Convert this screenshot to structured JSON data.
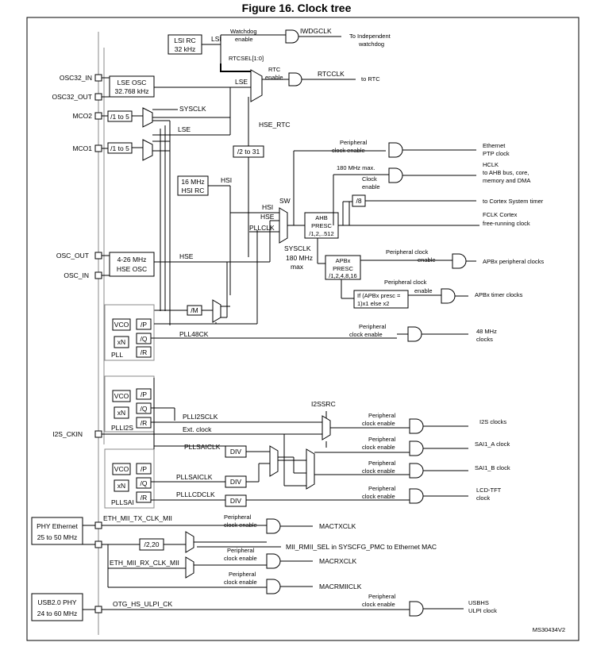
{
  "title": "Figure 16. Clock tree",
  "ref": "MS30434V2",
  "pins": {
    "osc32_in": "OSC32_IN",
    "osc32_out": "OSC32_OUT",
    "mco2": "MCO2",
    "mco1": "MCO1",
    "osc_out": "OSC_OUT",
    "osc_in": "OSC_IN",
    "i2s_ckin": "I2S_CKIN"
  },
  "blocks": {
    "lsi_rc": [
      "LSI RC",
      "32 kHz"
    ],
    "lse_osc": [
      "LSE OSC",
      "32.768 kHz"
    ],
    "hsi_rc": [
      "16 MHz",
      "HSI RC"
    ],
    "hse_osc": [
      "4-26 MHz",
      "HSE OSC"
    ],
    "div_1_5_mco2": "/1 to 5",
    "div_1_5_mco1": "/1 to 5",
    "div_2_31": "/2 to 31",
    "div_m": "/M",
    "div_8": "/8",
    "ahb_presc": [
      "AHB",
      "PRESC",
      "/1,2,..512"
    ],
    "apbx_presc": [
      "APBx",
      "PRESC",
      "/1,2,4,8,16"
    ],
    "apb_timer_note": [
      "If (APBx presc =",
      "1)x1 else x2"
    ],
    "phy_ethernet": [
      "PHY Ethernet",
      "25 to 50 MHz"
    ],
    "usb_phy": [
      "USB2.0 PHY",
      "24 to 60 MHz"
    ],
    "div_2_20": "/2,20",
    "div_pllsai": "DIV",
    "div_pllsai2": "DIV",
    "div_pllsai_lcd": "DIV"
  },
  "pll_blocks": {
    "vco": "VCO",
    "xn": "xN",
    "p": "/P",
    "q": "/Q",
    "r": "/R",
    "pll": "PLL",
    "plli2s": "PLLI2S",
    "pllsai": "PLLSAI"
  },
  "signals": {
    "lsi": "LSI",
    "lse": "LSE",
    "lse2": "LSE",
    "hsi": "HSI",
    "hsi2": "HSI",
    "hse": "HSE",
    "hse2": "HSE",
    "hse_rtc": "HSE_RTC",
    "sysclk_mco": "SYSCLK",
    "rtcsel": "RTCSEL[1:0]",
    "iwdgclk": "IWDGCLK",
    "rtcclk": "RTCCLK",
    "sw": "SW",
    "pllclk": "PLLCLK",
    "sysclk": "SYSCLK",
    "sysclk_max": [
      "180 MHz",
      "max"
    ],
    "ahb_max": "180 MHz max.",
    "pll48ck": "PLL48CK",
    "plli2sclk": "PLLI2SCLK",
    "ext_clock": "Ext. clock",
    "i2ssrc": "I2SSRC",
    "pllsaiclk": "PLLSAICLK",
    "pllsaiclk2": "PLLSAICLK",
    "pllcdclk": "PLLLCDCLK",
    "eth_tx": "ETH_MII_TX_CLK_MII",
    "eth_rx": "ETH_MII_RX_CLK_MII",
    "mii_rmii_sel": "MII_RMII_SEL in SYSCFG_PMC to Ethernet MAC",
    "otg_hs": "OTG_HS_ULPI_CK"
  },
  "enables": {
    "watchdog": [
      "Watchdog",
      "enable"
    ],
    "rtc": [
      "RTC",
      "enable"
    ],
    "periph_ptp": [
      "Peripheral",
      "clock enable"
    ],
    "clock_enable": [
      "Clock",
      "enable"
    ],
    "periph_apb": [
      "Peripheral clock",
      "enable"
    ],
    "periph_timer": [
      "Peripheral clock",
      "enable"
    ],
    "periph_48": [
      "Peripheral",
      "clock enable"
    ],
    "periph_i2s": [
      "Peripheral",
      "clock enable"
    ],
    "periph_sai_a": [
      "Peripheral",
      "clock enable"
    ],
    "periph_sai_b": [
      "Peripheral",
      "clock enable"
    ],
    "periph_lcd": [
      "Peripheral",
      "clock enable"
    ],
    "periph_mactx": [
      "Peripheral",
      "clock enable"
    ],
    "periph_macrx": [
      "Peripheral",
      "clock enable"
    ],
    "periph_macrmii": [
      "Peripheral",
      "clock enable"
    ],
    "periph_usbhs": [
      "Peripheral",
      "clock enable"
    ]
  },
  "outputs": {
    "independent_wd": [
      "To Independent",
      "watchdog"
    ],
    "to_rtc": "to RTC",
    "ethernet_ptp": [
      "Ethernet",
      "PTP clock"
    ],
    "hclk": [
      "HCLK",
      "to AHB bus, core,",
      "memory and DMA"
    ],
    "cortex_timer": "to Cortex System timer",
    "fclk": [
      "FCLK Cortex",
      "free-running clock"
    ],
    "apbx_periph": "APBx peripheral clocks",
    "apbx_timer": "APBx timer clocks",
    "mhz48": [
      "48 MHz",
      "clocks"
    ],
    "i2s": "I2S clocks",
    "sai1_a": "SAI1_A clock",
    "sai1_b": "SAI1_B clock",
    "lcd_tft": [
      "LCD-TFT",
      "clock"
    ],
    "mactxclk": "MACTXCLK",
    "macrxclk": "MACRXCLK",
    "macrmiiclk": "MACRMIICLK",
    "usbhs": [
      "USBHS",
      "ULPI clock"
    ]
  }
}
